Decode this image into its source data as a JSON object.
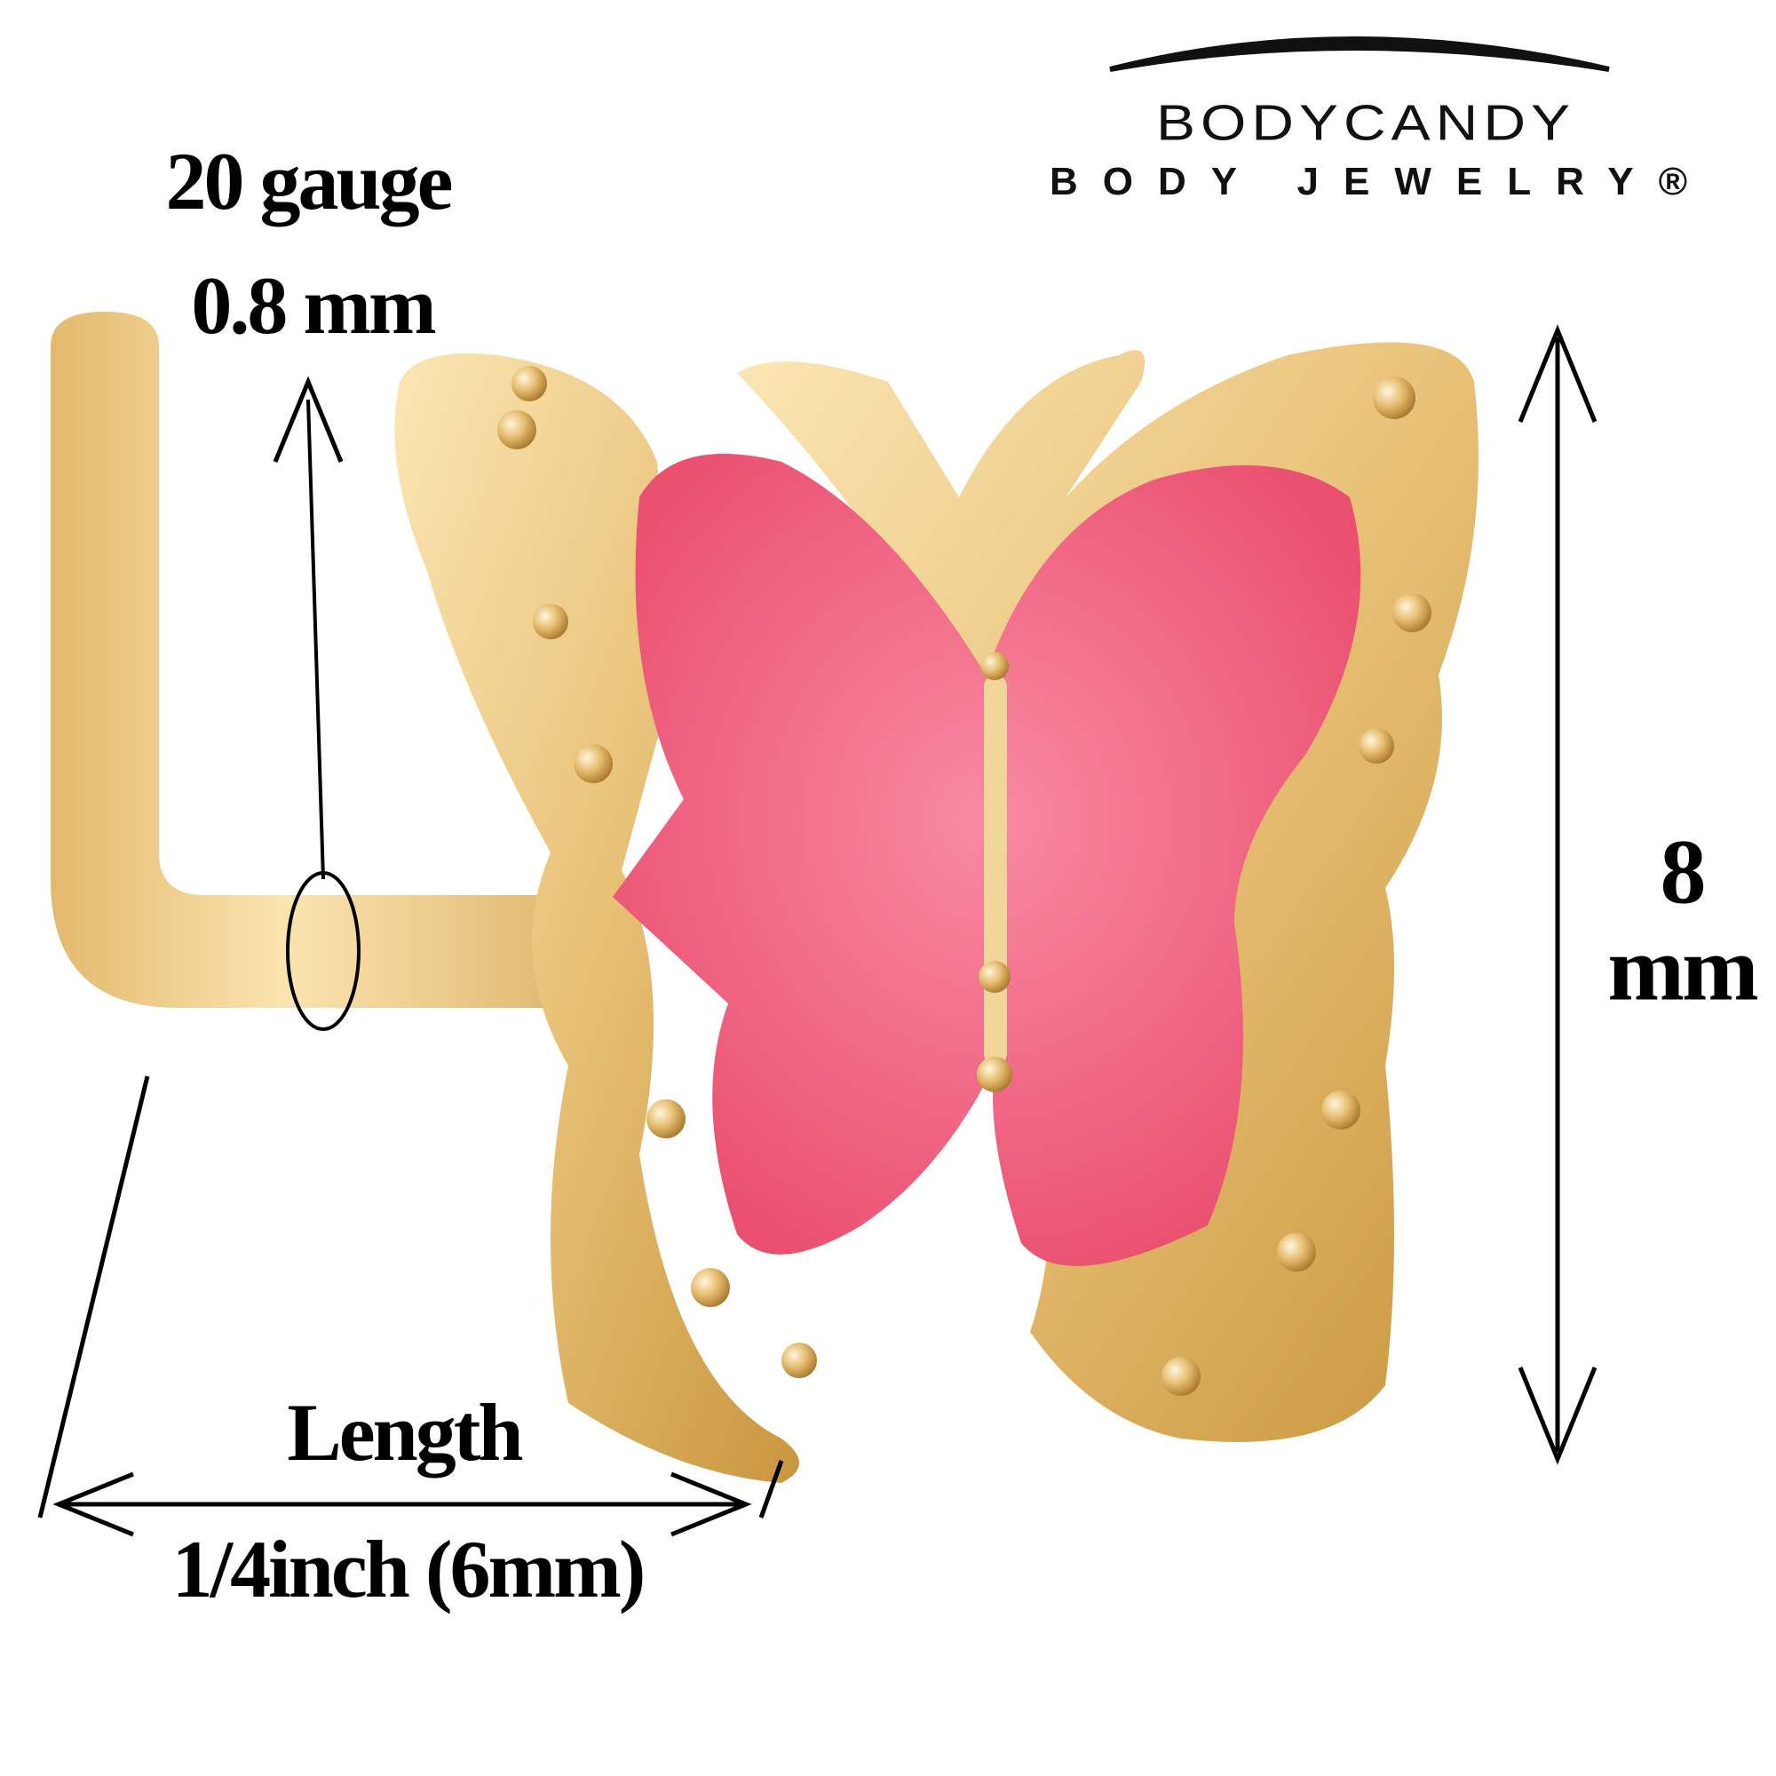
{
  "logo": {
    "brand": "BODYCANDY",
    "tagline": "BODY JEWELRY®"
  },
  "gauge": {
    "gauge_label": "20 gauge",
    "thickness_label": "0.8 mm"
  },
  "height": {
    "value": "8",
    "unit": "mm"
  },
  "length": {
    "title": "Length",
    "value": "1/4inch (6mm)"
  },
  "colors": {
    "gold": "#e9c57a",
    "pink": "#f0607f",
    "ink": "#000000"
  }
}
